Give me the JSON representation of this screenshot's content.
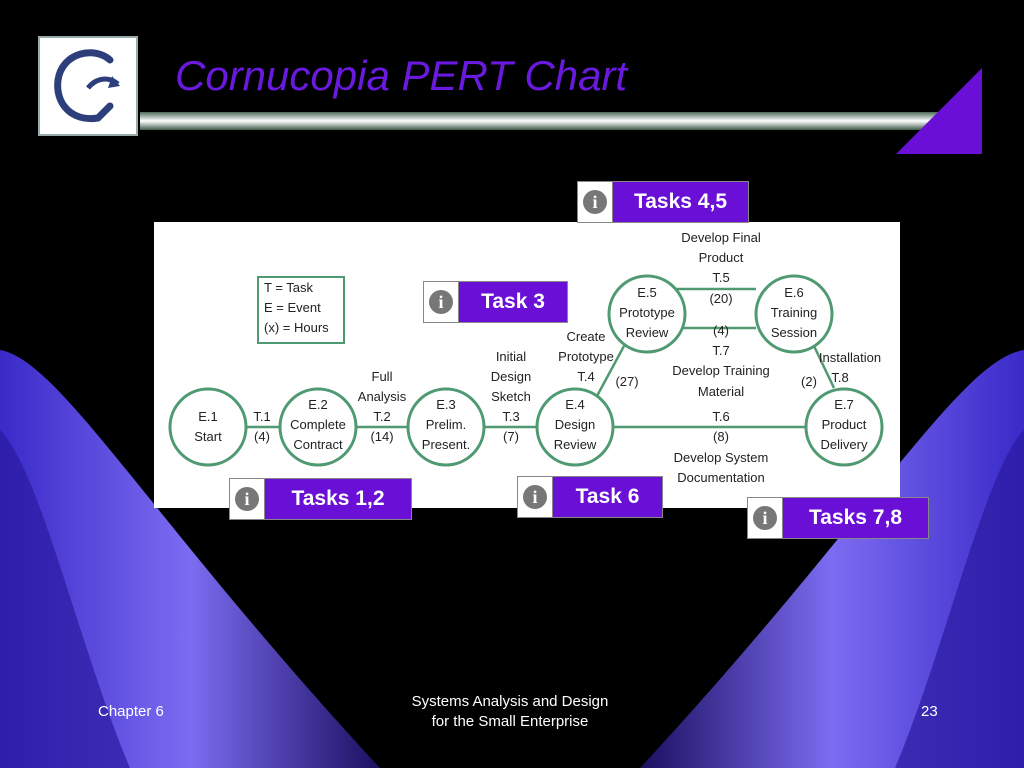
{
  "title": "Cornucopia PERT Chart",
  "logo_letter": "C",
  "legend": [
    "T = Task",
    "E = Event",
    "(x) = Hours"
  ],
  "events": [
    {
      "id": "e1",
      "lines": [
        "E.1",
        "Start"
      ]
    },
    {
      "id": "e2",
      "lines": [
        "E.2",
        "Complete",
        "Contract"
      ]
    },
    {
      "id": "e3",
      "lines": [
        "E.3",
        "Prelim.",
        "Present."
      ]
    },
    {
      "id": "e4",
      "lines": [
        "E.4",
        "Design",
        "Review"
      ]
    },
    {
      "id": "e5",
      "lines": [
        "E.5",
        "Prototype",
        "Review"
      ]
    },
    {
      "id": "e6",
      "lines": [
        "E.6",
        "Training",
        "Session"
      ]
    },
    {
      "id": "e7",
      "lines": [
        "E.7",
        "Product",
        "Delivery"
      ]
    }
  ],
  "task_labels": {
    "t1": [
      "T.1",
      "(4)"
    ],
    "t2": [
      "Full",
      "Analysis",
      "T.2",
      "(14)"
    ],
    "t3": [
      "Initial",
      "Design",
      "Sketch",
      "T.3",
      "(7)"
    ],
    "t4": [
      "Create",
      "Prototype",
      "T.4"
    ],
    "t4_hours": "(27)",
    "t5": [
      "Develop Final",
      "Product",
      "T.5",
      "(20)"
    ],
    "t7": [
      "(4)",
      "T.7",
      "Develop Training",
      "Material"
    ],
    "t8": [
      "Installation",
      "T.8"
    ],
    "t8_hours": "(2)",
    "t6": [
      "T.6",
      "(8)",
      "Develop System",
      "Documentation"
    ]
  },
  "buttons": {
    "tasks45": "Tasks 4,5",
    "task3": "Task 3",
    "tasks12": "Tasks 1,2",
    "task6": "Task 6",
    "tasks78": "Tasks 7,8",
    "info_glyph": "i"
  },
  "footer": {
    "chapter": "Chapter 6",
    "center_line1": "Systems Analysis and Design",
    "center_line2": "for the Small Enterprise",
    "page": "23"
  },
  "colors": {
    "accent": "#6a0fd6",
    "title": "#6a1adf",
    "node_stroke": "#4f9a72"
  }
}
